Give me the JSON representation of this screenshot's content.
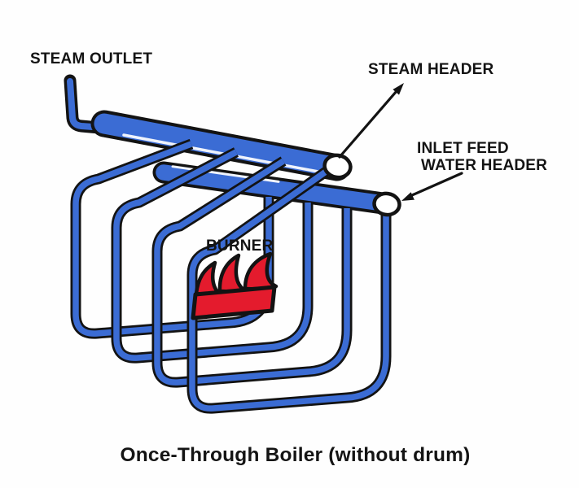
{
  "diagram": {
    "caption": "Once-Through Boiler (without drum)",
    "labels": {
      "steam_outlet": "STEAM OUTLET",
      "steam_header": "STEAM HEADER",
      "inlet_feed_line1": "INLET FEED",
      "inlet_feed_line2": "WATER HEADER",
      "burner": "BURNER"
    },
    "colors": {
      "tube_blue": "#3b6cd4",
      "outline_black": "#131313",
      "burner_red": "#e41b2d",
      "endcap_white": "#ffffff",
      "text_black": "#141414",
      "background": "#fefefe"
    },
    "parts": [
      "steam-outlet-pipe",
      "steam-header",
      "inlet-feed-water-header",
      "boiler-coil-1",
      "boiler-coil-2",
      "boiler-coil-3",
      "boiler-coil-4",
      "burner",
      "steam-header-endcap",
      "feed-water-header-endcap"
    ]
  }
}
